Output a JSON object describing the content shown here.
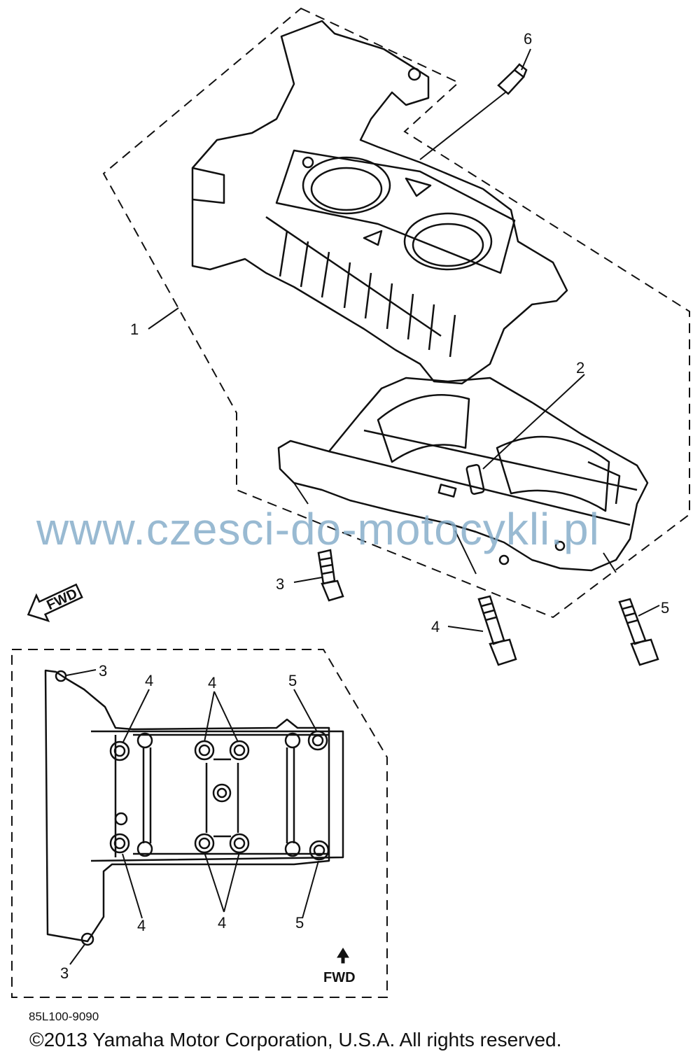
{
  "callouts": {
    "c1": "1",
    "c2": "2",
    "c3": "3",
    "c4": "4",
    "c5": "5",
    "c6": "6"
  },
  "fwd_label": "FWD",
  "watermark": "www.czesci-do-motocykli.pl",
  "part_code": "85L100-9090",
  "copyright": "©2013 Yamaha Motor Corporation, U.S.A. All rights reserved."
}
